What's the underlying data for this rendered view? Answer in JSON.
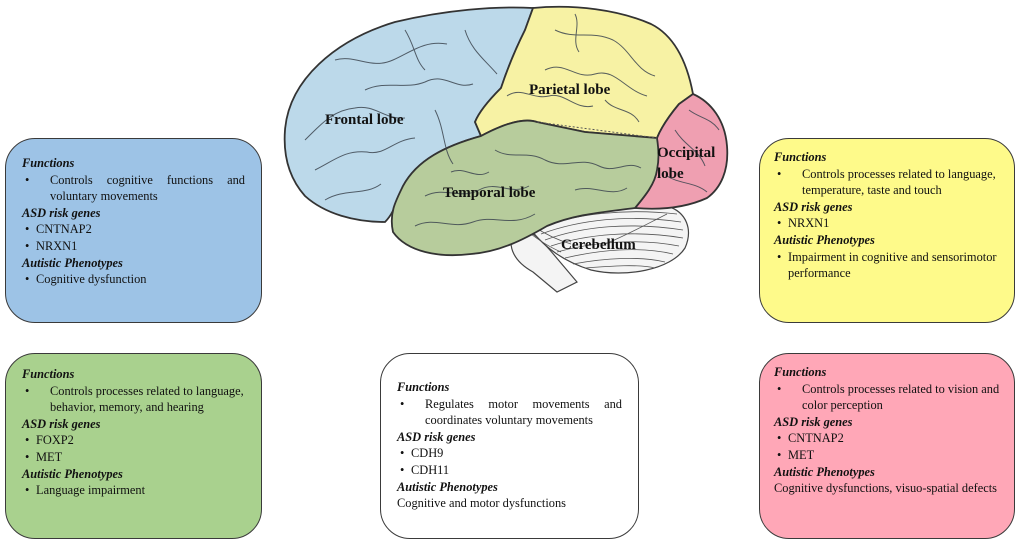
{
  "diagram": {
    "type": "annotated-brain-lobes",
    "brain": {
      "labels": {
        "frontal": "Frontal lobe",
        "parietal": "Parietal lobe",
        "temporal": "Temporal lobe",
        "occipital_line1": "Occipital",
        "occipital_line2": "lobe",
        "cerebellum": "Cerebellum"
      },
      "colors": {
        "frontal": "#bcd9ea",
        "parietal": "#f7f2a4",
        "temporal": "#b7cc9c",
        "occipital": "#ef9fb1",
        "cerebellum": "#f4f4f4",
        "outline": "#333333"
      }
    },
    "boxes": {
      "frontal": {
        "color": "#9dc3e6",
        "functions_heading": "Functions",
        "functions": [
          "Controls cognitive functions and voluntary movements"
        ],
        "genes_heading": "ASD risk genes",
        "genes": [
          "CNTNAP2",
          "NRXN1"
        ],
        "phenotypes_heading": "Autistic Phenotypes",
        "phenotypes": [
          "Cognitive  dysfunction"
        ]
      },
      "parietal": {
        "color": "#fefa8a",
        "functions_heading": "Functions",
        "functions": [
          "Controls processes related to language, temperature, taste and touch"
        ],
        "genes_heading": "ASD risk genes",
        "genes": [
          "NRXN1"
        ],
        "phenotypes_heading": "Autistic Phenotypes",
        "phenotypes": [
          "Impairment in cognitive and sensorimotor performance"
        ]
      },
      "temporal": {
        "color": "#a9d18e",
        "functions_heading": "Functions",
        "functions": [
          "Controls processes related to language, behavior, memory, and hearing"
        ],
        "genes_heading": "ASD risk genes",
        "genes": [
          "FOXP2",
          "MET"
        ],
        "phenotypes_heading": "Autistic Phenotypes",
        "phenotypes": [
          "Language  impairment"
        ]
      },
      "cerebellum": {
        "color": "#ffffff",
        "functions_heading": "Functions",
        "functions": [
          "Regulates motor movements and coordinates voluntary movements"
        ],
        "genes_heading": "ASD risk genes",
        "genes": [
          "CDH9",
          "CDH11"
        ],
        "phenotypes_heading": "Autistic Phenotypes",
        "phenotypes_text": "Cognitive  and motor  dysfunctions"
      },
      "occipital": {
        "color": "#ffa7b7",
        "functions_heading": "Functions",
        "functions": [
          "Controls processes related to vision and color perception"
        ],
        "genes_heading": "ASD risk genes",
        "genes": [
          "CNTNAP2",
          "MET"
        ],
        "phenotypes_heading": "Autistic Phenotypes",
        "phenotypes_text": "Cognitive  dysfunctions,  visuo-spatial defects"
      }
    }
  }
}
